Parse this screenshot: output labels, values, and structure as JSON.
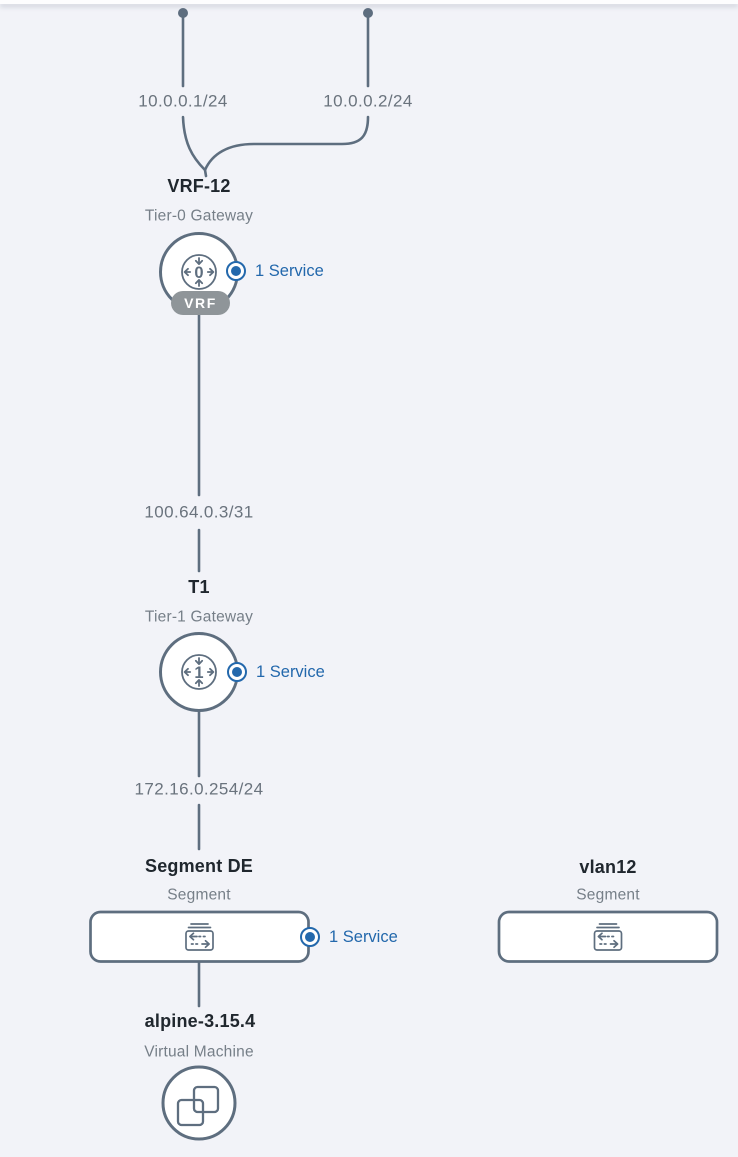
{
  "canvas": {
    "background_color": "#f2f3f8",
    "line_color": "#5e6e7f",
    "accent_blue": "#2368ac",
    "vrf_pill_color": "#8f9599"
  },
  "uplinks": [
    {
      "ip": "10.0.0.1/24"
    },
    {
      "ip": "10.0.0.2/24"
    }
  ],
  "nodes": {
    "t0": {
      "title": "VRF-12",
      "subtitle": "Tier-0 Gateway",
      "icon_digit": "0",
      "vrf_badge": "VRF",
      "service_label": "1 Service"
    },
    "t1": {
      "title": "T1",
      "subtitle": "Tier-1 Gateway",
      "icon_digit": "1",
      "service_label": "1 Service"
    },
    "segment_de": {
      "title": "Segment DE",
      "subtitle": "Segment",
      "service_label": "1 Service"
    },
    "vlan12": {
      "title": "vlan12",
      "subtitle": "Segment"
    },
    "vm": {
      "title": "alpine-3.15.4",
      "subtitle": "Virtual Machine"
    }
  },
  "links": {
    "t0_to_t1": {
      "label": "100.64.0.3/31"
    },
    "t1_to_segment": {
      "label": "172.16.0.254/24"
    }
  }
}
